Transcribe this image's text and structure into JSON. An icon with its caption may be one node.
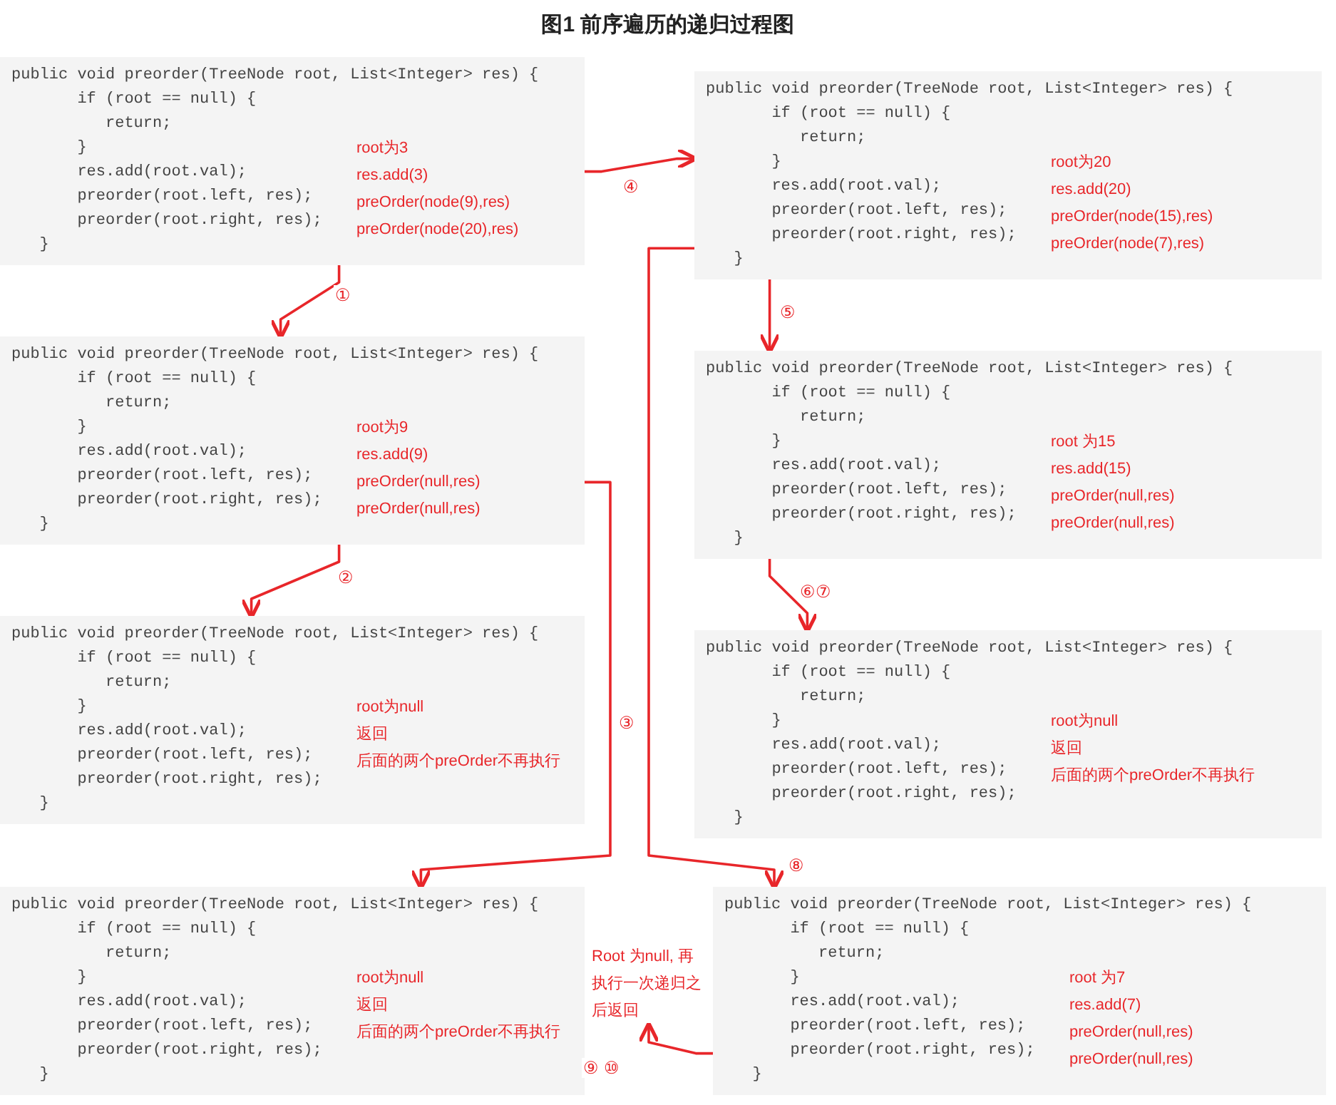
{
  "diagram": {
    "title": "图1 前序遍历的递归过程图",
    "nodes": [
      {
        "text": [
          "public void preorder(TreeNode root, List<Integer> res) {",
          "if (root == null) {",
          "return;",
          "}",
          "res.add(root.val);",
          "preorder(root.left, res);",
          "preorder(root.right, res);",
          "}",
          "root为3",
          "res.add(3)",
          "preOrder(node(9),res)",
          "preOrder(node(20),res)"
        ]
      },
      {
        "text": [
          "public void preorder(TreeNode root, List<Integer> res) {",
          "if (root == null) {",
          "return;",
          "}",
          "res.add(root.val);",
          "preorder(root.left, res);",
          "preorder(root.right, res);",
          "}",
          "root为20",
          "res.add(20)",
          "preOrder(node(15),res)",
          "preOrder(node(7),res)"
        ]
      },
      {
        "text": [
          "public void preorder(TreeNode root, List<Integer> res) {",
          "if (root == null) {",
          "return;",
          "}",
          "res.add(root.val);",
          "preorder(root.left, res);",
          "preorder(root.right, res);",
          "}",
          "root为9",
          "res.add(9)",
          "preOrder(null,res)",
          "preOrder(null,res)"
        ]
      },
      {
        "text": [
          "public void preorder(TreeNode root, List<Integer> res) {",
          "if (root == null) {",
          "return;",
          "}",
          "res.add(root.val);",
          "preorder(root.left, res);",
          "preorder(root.right, res);",
          "}",
          "root 为15",
          "res.add(15)",
          "preOrder(null,res)",
          "preOrder(null,res)"
        ]
      },
      {
        "text": [
          "public void preorder(TreeNode root, List<Integer> res) {",
          "if (root == null) {",
          "return;",
          "}",
          "res.add(root.val);",
          "preorder(root.left, res);",
          "preorder(root.right, res);",
          "}",
          "root为null",
          "返回",
          "后面的两个preOrder不再执行"
        ]
      },
      {
        "text": [
          "public void preorder(TreeNode root, List<Integer> res) {",
          "if (root == null) {",
          "return;",
          "}",
          "res.add(root.val);",
          "preorder(root.left, res);",
          "preorder(root.right, res);",
          "}",
          "root为null",
          "返回",
          "后面的两个preOrder不再执行"
        ]
      },
      {
        "text": [
          "public void preorder(TreeNode root, List<Integer> res) {",
          "if (root == null) {",
          "return;",
          "}",
          "res.add(root.val);",
          "preorder(root.left, res);",
          "preorder(root.right, res);",
          "}",
          "root为null",
          "返回",
          "后面的两个preOrder不再执行"
        ]
      },
      {
        "text": [
          "public void preorder(TreeNode root, List<Integer> res) {",
          "if (root == null) {",
          "return;",
          "}",
          "res.add(root.val);",
          "preorder(root.left, res);",
          "preorder(root.right, res);",
          "}",
          "root 为7",
          "res.add(7)",
          "preOrder(null,res)",
          "preOrder(null,res)"
        ]
      },
      {
        "text": [
          "Root 为null, 再执行一次递归之后返回"
        ]
      }
    ],
    "edges": [
      {
        "from": 0,
        "to": 2,
        "arrow": "to",
        "label": "①"
      },
      {
        "from": 2,
        "to": 4,
        "arrow": "to",
        "label": "②"
      },
      {
        "from": 2,
        "to": 6,
        "arrow": "to",
        "label": "③"
      },
      {
        "from": 0,
        "to": 1,
        "arrow": "to",
        "label": "④"
      },
      {
        "from": 1,
        "to": 3,
        "arrow": "to",
        "label": "⑤"
      },
      {
        "from": 3,
        "to": 5,
        "arrow": "to",
        "label": "⑥⑦"
      },
      {
        "from": 1,
        "to": 7,
        "arrow": "to",
        "label": "⑧"
      },
      {
        "from": 7,
        "to": 8,
        "arrow": "to",
        "label": "⑨ ⑩"
      }
    ]
  }
}
